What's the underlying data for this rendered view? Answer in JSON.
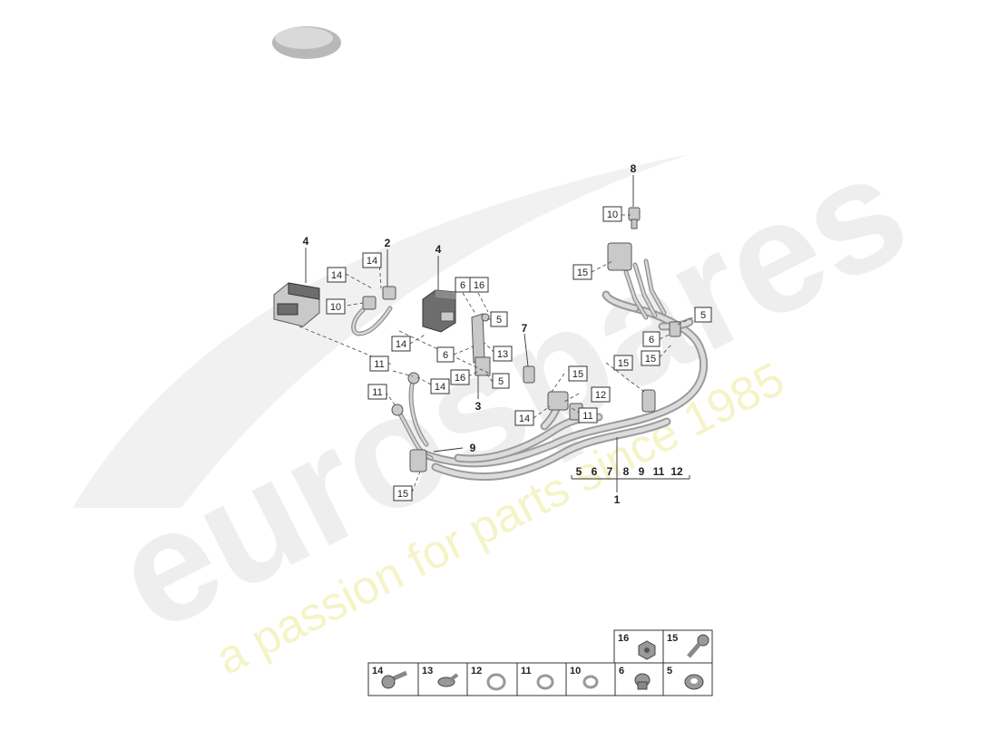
{
  "watermark": {
    "brand": "eurospares",
    "tagline": "a passion for parts since 1985"
  },
  "callouts": [
    {
      "name": "callout-8",
      "text": "8"
    },
    {
      "name": "callout-4-left",
      "text": "4"
    },
    {
      "name": "callout-2",
      "text": "2"
    },
    {
      "name": "callout-4-right",
      "text": "4"
    },
    {
      "name": "callout-7",
      "text": "7"
    },
    {
      "name": "callout-3",
      "text": "3"
    },
    {
      "name": "callout-9",
      "text": "9"
    },
    {
      "name": "callout-1",
      "text": "1"
    }
  ],
  "boxed_labels": [
    {
      "name": "box-10-top",
      "text": "10"
    },
    {
      "name": "box-15-a",
      "text": "15"
    },
    {
      "name": "box-5-right",
      "text": "5"
    },
    {
      "name": "box-6-right",
      "text": "6"
    },
    {
      "name": "box-15-right",
      "text": "15"
    },
    {
      "name": "box-14-a",
      "text": "14"
    },
    {
      "name": "box-14-b",
      "text": "14"
    },
    {
      "name": "box-10-left",
      "text": "10"
    },
    {
      "name": "box-6-mid",
      "text": "6"
    },
    {
      "name": "box-16-mid",
      "text": "16"
    },
    {
      "name": "box-5-mid",
      "text": "5"
    },
    {
      "name": "box-14-c",
      "text": "14"
    },
    {
      "name": "box-6-low",
      "text": "6"
    },
    {
      "name": "box-13",
      "text": "13"
    },
    {
      "name": "box-16-low",
      "text": "16"
    },
    {
      "name": "box-5-low",
      "text": "5"
    },
    {
      "name": "box-11-a",
      "text": "11"
    },
    {
      "name": "box-14-d",
      "text": "14"
    },
    {
      "name": "box-11-b",
      "text": "11"
    },
    {
      "name": "box-15-b",
      "text": "15"
    },
    {
      "name": "box-15-c",
      "text": "15"
    },
    {
      "name": "box-12",
      "text": "12"
    },
    {
      "name": "box-14-e",
      "text": "14"
    },
    {
      "name": "box-11-c",
      "text": "11"
    },
    {
      "name": "box-15-bottom",
      "text": "15"
    }
  ],
  "assembly_1_includes": [
    "5",
    "6",
    "7",
    "8",
    "9",
    "11",
    "12"
  ],
  "parts_table": {
    "top_row": [
      "16",
      "15"
    ],
    "bottom_row": [
      "14",
      "13",
      "12",
      "11",
      "10",
      "6",
      "5"
    ]
  }
}
